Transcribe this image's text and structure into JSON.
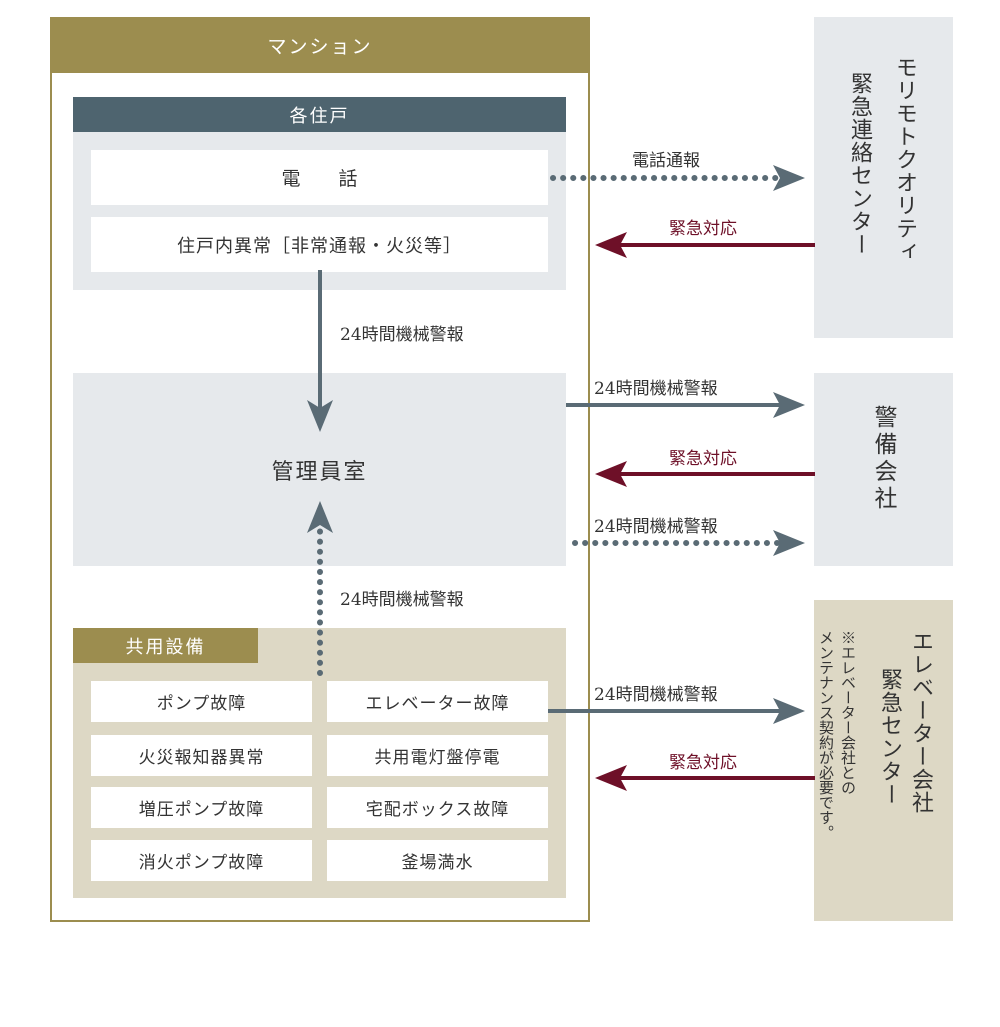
{
  "mansion": {
    "title": "マンション"
  },
  "units": {
    "title": "各住戸",
    "phone": "電　　話",
    "abnormal": "住戸内異常［非常通報・火災等］"
  },
  "management_room": {
    "label": "管理員室"
  },
  "common_facilities": {
    "title": "共用設備",
    "items": [
      "ポンプ故障",
      "エレベーター故障",
      "火災報知器異常",
      "共用電灯盤停電",
      "増圧ポンプ故障",
      "宅配ボックス故障",
      "消火ポンプ故障",
      "釜場満水"
    ]
  },
  "right": {
    "morimoto_name": "モリモトクオリティ",
    "morimoto_center": "緊急連絡センター",
    "security": "警備会社",
    "elevator_name": "エレベーター会社",
    "elevator_center": "緊急センター",
    "elevator_note": "※エレベーター会社との\nメンテナンス契約が必要です。"
  },
  "labels": {
    "phone_report": "電話通報",
    "emergency_response": "緊急対応",
    "alarm_24h": "24時間機械警報"
  },
  "colors": {
    "gold": "#9c8d4f",
    "slate": "#4e646f",
    "light_gray": "#e6e9ec",
    "beige": "#ddd8c5",
    "arrow_gray": "#5a6b75",
    "arrow_red": "#6e1028"
  }
}
